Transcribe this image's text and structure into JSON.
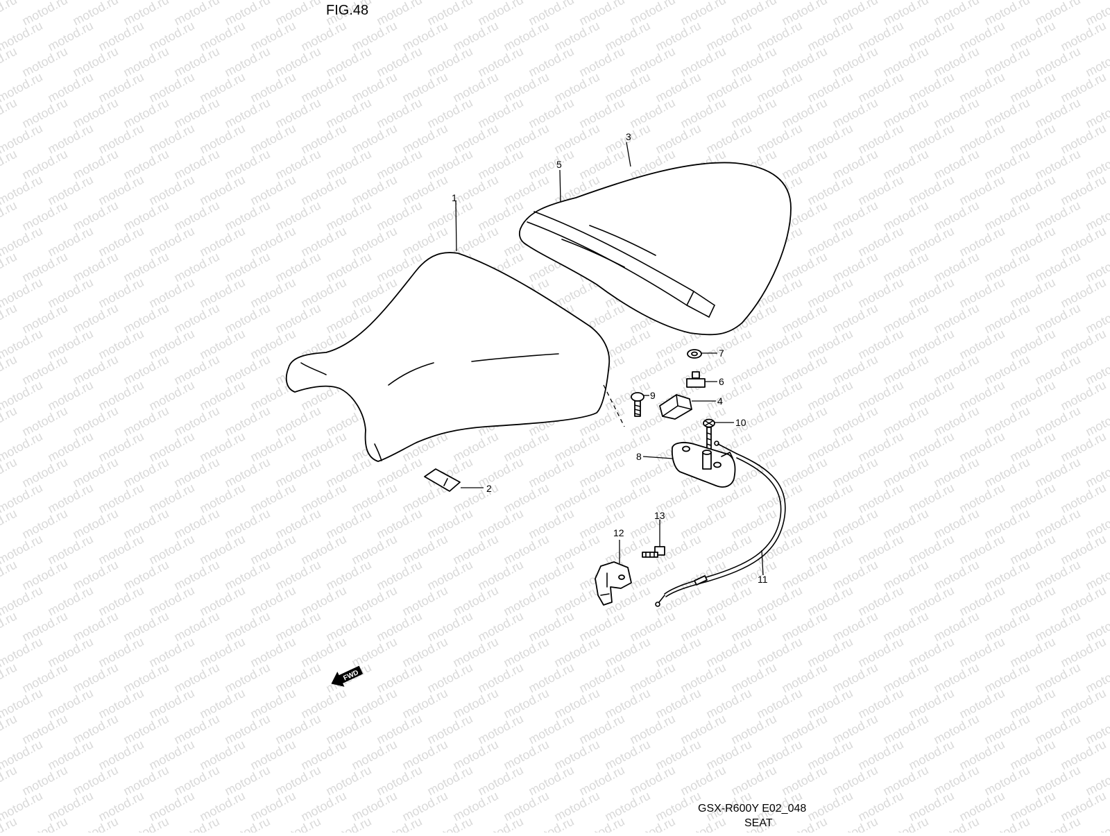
{
  "figure": {
    "title": "FIG.48",
    "model_code": "GSX-R600Y E02_048",
    "section_name": "SEAT"
  },
  "watermark": {
    "text": "motod.ru"
  },
  "direction_arrow": {
    "label": "FWD"
  },
  "callouts": [
    {
      "id": "1",
      "label": "1"
    },
    {
      "id": "2",
      "label": "2"
    },
    {
      "id": "3",
      "label": "3"
    },
    {
      "id": "4",
      "label": "4"
    },
    {
      "id": "5",
      "label": "5"
    },
    {
      "id": "6",
      "label": "6"
    },
    {
      "id": "7",
      "label": "7"
    },
    {
      "id": "8",
      "label": "8"
    },
    {
      "id": "9",
      "label": "9"
    },
    {
      "id": "10",
      "label": "10"
    },
    {
      "id": "11",
      "label": "11"
    },
    {
      "id": "12",
      "label": "12"
    },
    {
      "id": "13",
      "label": "13"
    }
  ]
}
